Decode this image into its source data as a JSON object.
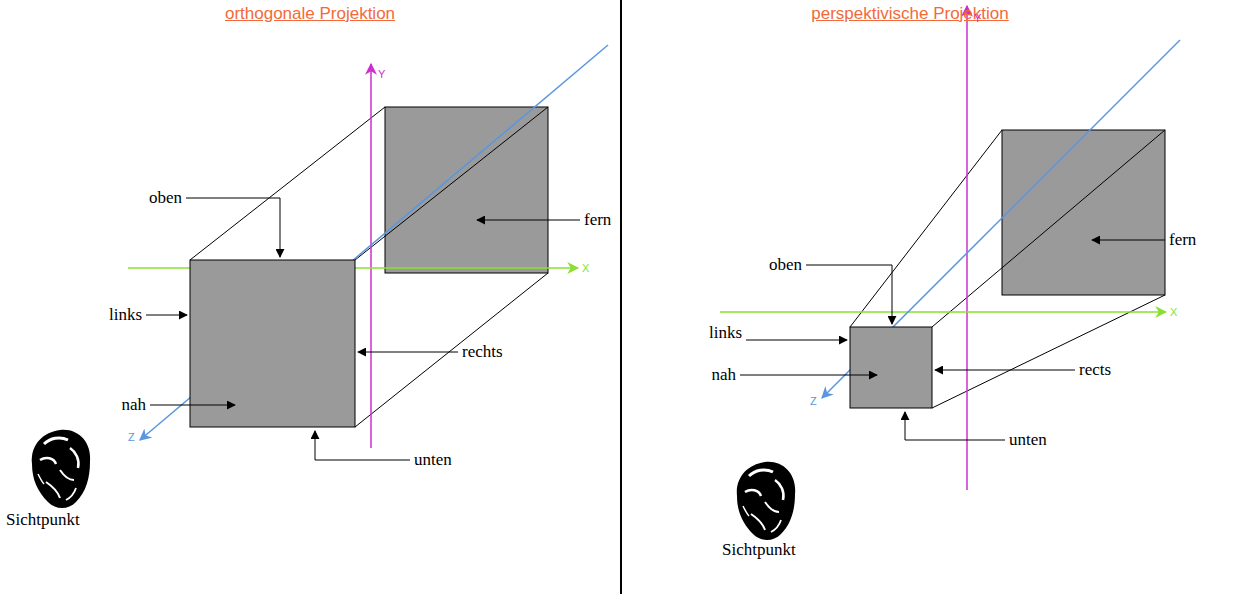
{
  "diagram": {
    "labels": [
      "orthogonale Projektion",
      "Y",
      "X",
      "Z",
      "oben",
      "links",
      "rechts",
      "nah",
      "unten",
      "fern",
      "Sichtpunkt",
      "perspektivische Projektion",
      "Y",
      "X",
      "Z",
      "oben",
      "links",
      "nah",
      "rects",
      "unten",
      "fern",
      "Sichtpunkt"
    ]
  }
}
